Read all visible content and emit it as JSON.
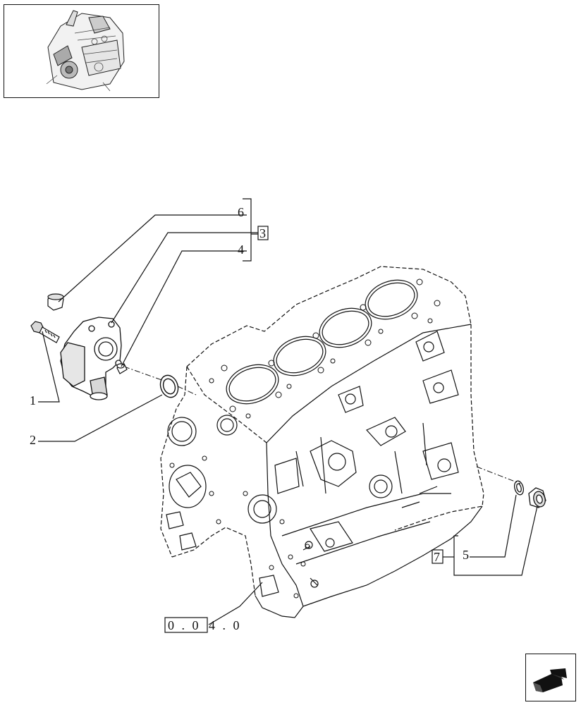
{
  "callouts": {
    "c1": "1",
    "c2": "2",
    "c3": "3",
    "c4": "4",
    "c5": "5",
    "c6": "6",
    "c7": "7"
  },
  "reference": {
    "boxed_part": "0 . 0",
    "trailing_part": "4 . 0"
  },
  "icons": {
    "thumbnail": "engine-thumbnail-icon",
    "navigation": "next-page-arrow-icon"
  }
}
